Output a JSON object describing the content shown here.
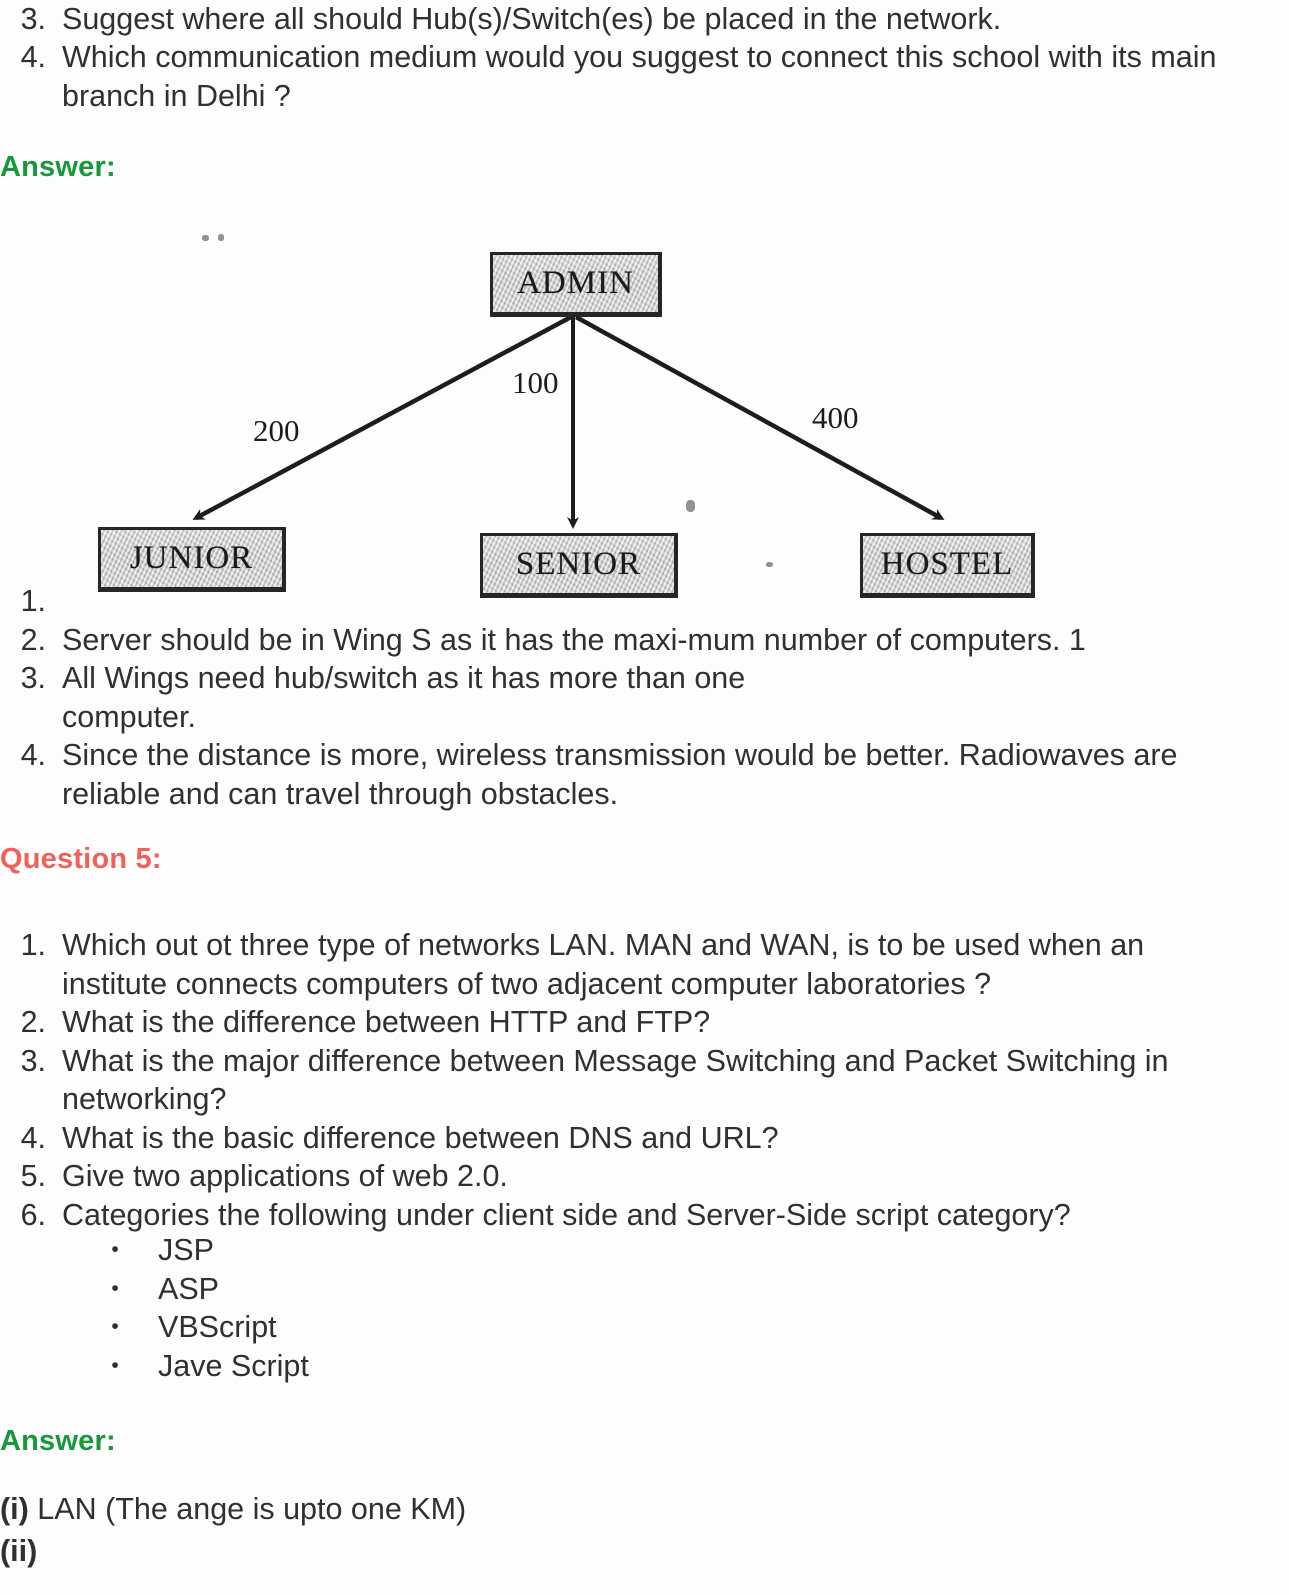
{
  "document": {
    "title": "Computer Networks - Question 4 & 5 Answers"
  },
  "colors": {
    "answer_heading": "#16993a",
    "question_heading": "#f2605a",
    "body_text": "#303030",
    "node_border": "#262626",
    "node_fill": "#c8c8c8"
  },
  "top_questions": {
    "items": [
      {
        "marker": "3.",
        "text": "Suggest where all should Hub(s)/Switch(es) be placed in the network."
      },
      {
        "marker": "4.",
        "text": "Which communication medium would you suggest to connect this school with its main branch in Delhi ?"
      }
    ]
  },
  "answer_heading_1": "Answer:",
  "diagram": {
    "type": "network-topology",
    "nodes": [
      {
        "id": "admin",
        "label": "ADMIN"
      },
      {
        "id": "junior",
        "label": "JUNIOR"
      },
      {
        "id": "senior",
        "label": "SENIOR"
      },
      {
        "id": "hostel",
        "label": "HOSTEL"
      }
    ],
    "edges": [
      {
        "from": "admin",
        "to": "junior",
        "label": "200"
      },
      {
        "from": "admin",
        "to": "senior",
        "label": "100"
      },
      {
        "from": "admin",
        "to": "hostel",
        "label": "400"
      }
    ]
  },
  "answer_list_1": {
    "items": [
      {
        "marker": "1.",
        "text": ""
      },
      {
        "marker": "2.",
        "text": "Server should be in Wing S as it has the maxi-mum number of computers. 1"
      },
      {
        "marker": "3.",
        "text": "All Wings need hub/switch as it has more than one computer."
      },
      {
        "marker": "4.",
        "text": "Since the distance is more, wireless transmission would be better. Radiowaves are reliable and can travel through obstacles."
      }
    ]
  },
  "question_heading_5": "Question 5:",
  "question5": {
    "items": [
      {
        "marker": "1.",
        "text": "Which out ot three type of networks LAN. MAN and WAN, is to be used when an institute connects computers of two adjacent computer laboratories ?"
      },
      {
        "marker": "2.",
        "text": "What is the difference between HTTP and FTP?"
      },
      {
        "marker": "3.",
        "text": "What is the major difference between Message Switching and Packet Switching in networking?"
      },
      {
        "marker": "4.",
        "text": "What is the basic difference between DNS and URL?"
      },
      {
        "marker": "5.",
        "text": "Give two applications of web 2.0."
      },
      {
        "marker": "6.",
        "text": "Categories the following under client side and Server-Side script category?"
      }
    ],
    "bullets": [
      {
        "bullet": "•",
        "text": "JSP"
      },
      {
        "bullet": "•",
        "text": "ASP"
      },
      {
        "bullet": "•",
        "text": "VBScript"
      },
      {
        "bullet": "•",
        "text": "Jave Script"
      }
    ]
  },
  "answer_heading_2": "Answer:",
  "answer_lines": [
    {
      "roman": "(i)",
      "text": " LAN (The ange is upto one KM)"
    },
    {
      "roman": "(ii)",
      "text": ""
    }
  ]
}
